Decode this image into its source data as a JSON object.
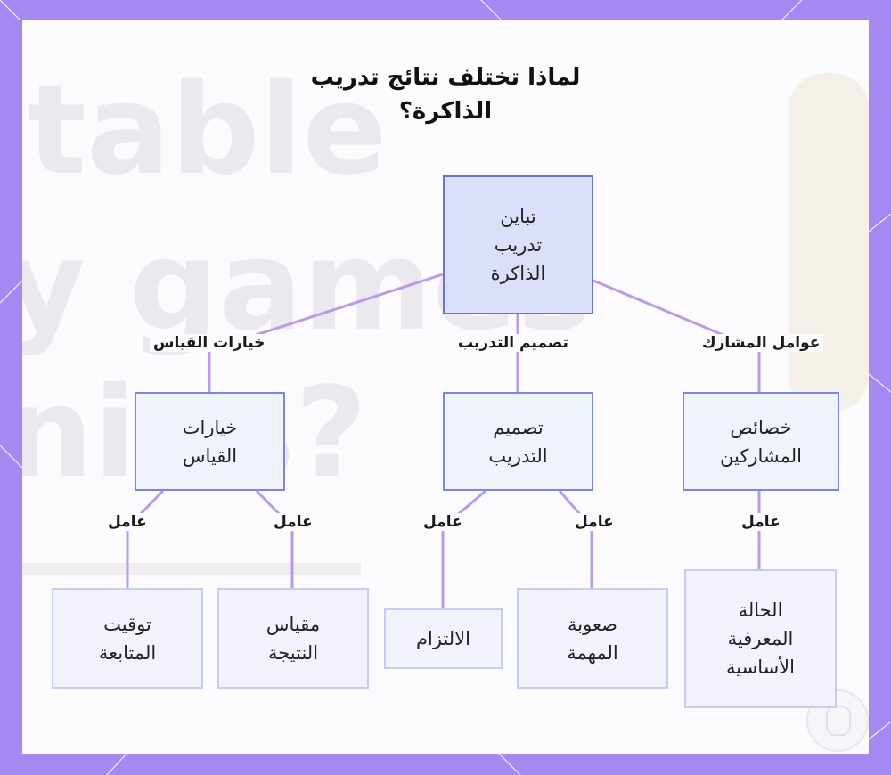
{
  "title": "لماذا تختلف نتائج تدريب الذاكرة؟",
  "background_text": [
    "table",
    "y games",
    "nies?"
  ],
  "colors": {
    "frame": "#a48af0",
    "connector": "#b99ae6",
    "root_fill": "#dcdffa",
    "root_border": "#6a73cf",
    "node_border": "#7c86d8",
    "leaf_border": "#c7cdf0"
  },
  "nodes": {
    "root": "تباين\nتدريب\nالذاكرة",
    "measurement": "خيارات\nالقياس",
    "design": "تصميم\nالتدريب",
    "participants": "خصائص\nالمشاركين",
    "followup_timing": "توقيت\nالمتابعة",
    "outcome_measure": "مقياس\nالنتيجة",
    "adherence": "الالتزام",
    "task_difficulty": "صعوبة\nالمهمة",
    "baseline_state": "الحالة\nالمعرفية\nالأساسية"
  },
  "edge_labels": {
    "measurement": "خيارات القياس",
    "design": "تصميم التدريب",
    "participants": "عوامل المشارك",
    "factor": "عامل"
  }
}
